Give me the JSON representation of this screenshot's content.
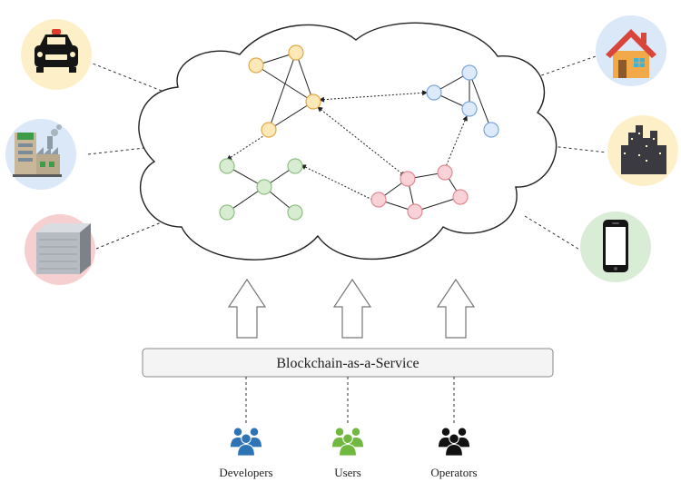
{
  "service": {
    "label": "Blockchain-as-a-Service"
  },
  "roles": [
    {
      "label": "Developers",
      "icon": "people-group-icon",
      "color": "#2e74b5"
    },
    {
      "label": "Users",
      "icon": "people-group-icon",
      "color": "#70b83f"
    },
    {
      "label": "Operators",
      "icon": "people-group-icon",
      "color": "#111111"
    }
  ],
  "devices": [
    {
      "name": "police-car-icon",
      "bg": "#fdf0c8"
    },
    {
      "name": "factory-icon",
      "bg": "#dbe8f8"
    },
    {
      "name": "server-icon",
      "bg": "#f6cfd0"
    },
    {
      "name": "house-icon",
      "bg": "#dbe8f8"
    },
    {
      "name": "city-buildings-icon",
      "bg": "#fdf0c8"
    },
    {
      "name": "smartphone-icon",
      "bg": "#d9ecd5"
    }
  ],
  "clusters": {
    "orange": {
      "fill": "#fde8b8",
      "stroke": "#e0a94a"
    },
    "blue": {
      "fill": "#dceafb",
      "stroke": "#7ea6d8"
    },
    "green": {
      "fill": "#d8ecd2",
      "stroke": "#8fbf83"
    },
    "red": {
      "fill": "#f8d2d6",
      "stroke": "#e08a94"
    }
  }
}
